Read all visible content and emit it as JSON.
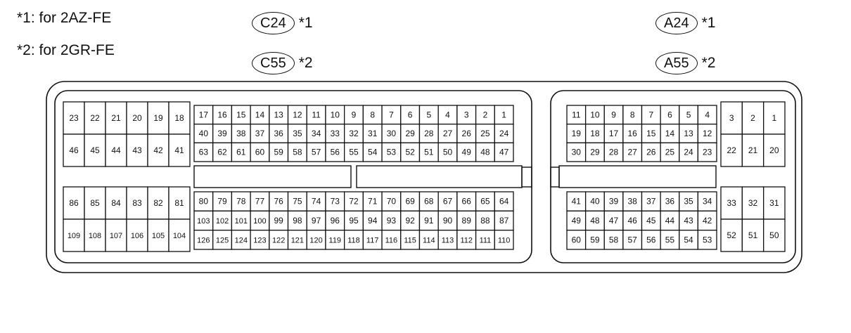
{
  "notes": [
    "*1: for 2AZ-FE",
    "*2: for 2GR-FE"
  ],
  "connector_codes": {
    "c_top": {
      "label": "C24",
      "suffix": "*1"
    },
    "c_bottom": {
      "label": "C55",
      "suffix": "*2"
    },
    "a_top": {
      "label": "A24",
      "suffix": "*1"
    },
    "a_bottom": {
      "label": "A55",
      "suffix": "*2"
    }
  },
  "pins": {
    "c_left_upper": [
      [
        23,
        22,
        21,
        20,
        19,
        18
      ],
      [
        46,
        45,
        44,
        43,
        42,
        41
      ]
    ],
    "c_left_lower": [
      [
        86,
        85,
        84,
        83,
        82,
        81
      ],
      [
        109,
        108,
        107,
        106,
        105,
        104
      ]
    ],
    "c_main_upper": [
      [
        17,
        16,
        15,
        14,
        13,
        12,
        11,
        10,
        9,
        8,
        7,
        6,
        5,
        4,
        3,
        2,
        1
      ],
      [
        40,
        39,
        38,
        37,
        36,
        35,
        34,
        33,
        32,
        31,
        30,
        29,
        28,
        27,
        26,
        25,
        24
      ],
      [
        63,
        62,
        61,
        60,
        59,
        58,
        57,
        56,
        55,
        54,
        53,
        52,
        51,
        50,
        49,
        48,
        47
      ]
    ],
    "c_main_lower": [
      [
        80,
        79,
        78,
        77,
        76,
        75,
        74,
        73,
        72,
        71,
        70,
        69,
        68,
        67,
        66,
        65,
        64
      ],
      [
        103,
        102,
        101,
        100,
        99,
        98,
        97,
        96,
        95,
        94,
        93,
        92,
        91,
        90,
        89,
        88,
        87
      ],
      [
        126,
        125,
        124,
        123,
        122,
        121,
        120,
        119,
        118,
        117,
        116,
        115,
        114,
        113,
        112,
        111,
        110
      ]
    ],
    "a_main_upper": [
      [
        11,
        10,
        9,
        8,
        7,
        6,
        5,
        4
      ],
      [
        19,
        18,
        17,
        16,
        15,
        14,
        13,
        12
      ],
      [
        30,
        29,
        28,
        27,
        26,
        25,
        24,
        23
      ]
    ],
    "a_main_lower": [
      [
        41,
        40,
        39,
        38,
        37,
        36,
        35,
        34
      ],
      [
        49,
        48,
        47,
        46,
        45,
        44,
        43,
        42
      ],
      [
        60,
        59,
        58,
        57,
        56,
        55,
        54,
        53
      ]
    ],
    "a_right_upper": [
      [
        3,
        2,
        1
      ],
      [
        22,
        21,
        20
      ]
    ],
    "a_right_lower": [
      [
        33,
        32,
        31
      ],
      [
        52,
        51,
        50
      ]
    ]
  }
}
